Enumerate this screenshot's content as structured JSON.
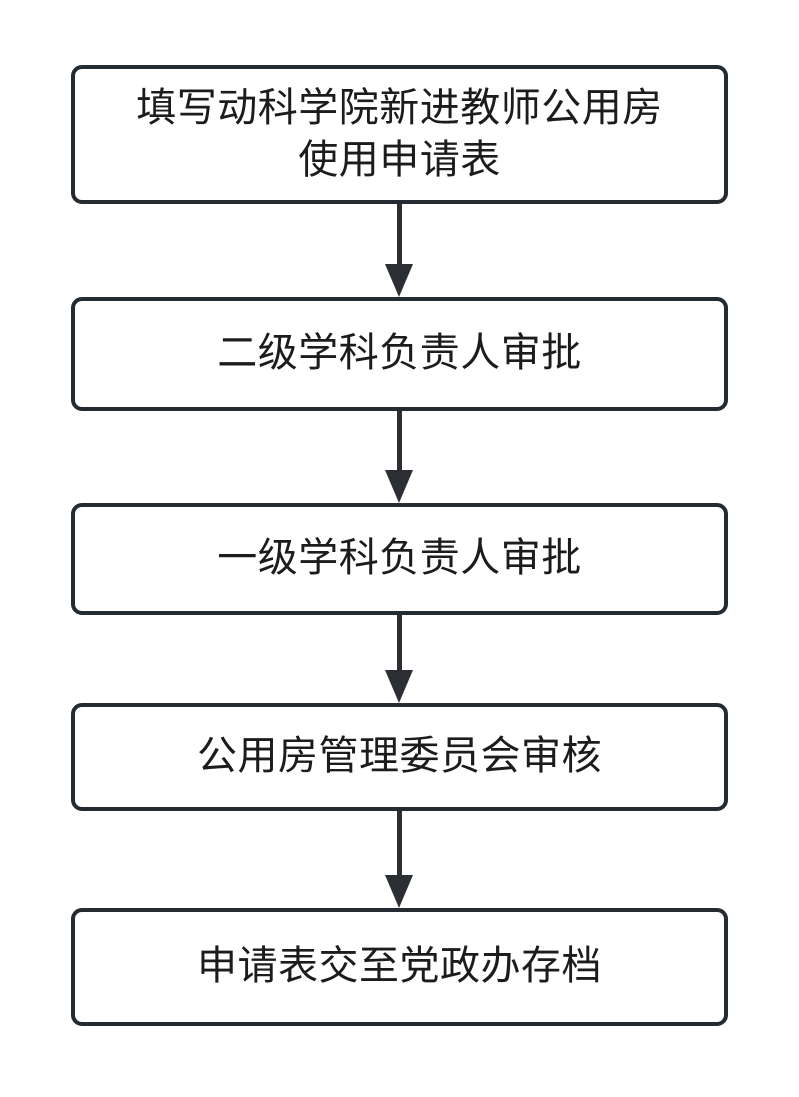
{
  "diagram": {
    "type": "flowchart",
    "orientation": "vertical",
    "background_color": "#ffffff",
    "node_border_color": "#252b33",
    "node_fill_color": "#ffffff",
    "text_color": "#1c1c1c",
    "connector_color": "#2b2f33",
    "nodes": [
      {
        "id": "step-1",
        "label": "填写动科学院新进教师公用房\n使用申请表",
        "shape": "rounded-rectangle",
        "lines": 2
      },
      {
        "id": "step-2",
        "label": "二级学科负责人审批",
        "shape": "rounded-rectangle",
        "lines": 1
      },
      {
        "id": "step-3",
        "label": "一级学科负责人审批",
        "shape": "rounded-rectangle",
        "lines": 1
      },
      {
        "id": "step-4",
        "label": "公用房管理委员会审核",
        "shape": "rounded-rectangle",
        "lines": 1
      },
      {
        "id": "step-5",
        "label": "申请表交至党政办存档",
        "shape": "rounded-rectangle",
        "lines": 1
      }
    ],
    "connectors": [
      {
        "id": "arrow-1",
        "from": "step-1",
        "to": "step-2",
        "style": "solid-arrow-down"
      },
      {
        "id": "arrow-2",
        "from": "step-2",
        "to": "step-3",
        "style": "solid-arrow-down"
      },
      {
        "id": "arrow-3",
        "from": "step-3",
        "to": "step-4",
        "style": "solid-arrow-down"
      },
      {
        "id": "arrow-4",
        "from": "step-4",
        "to": "step-5",
        "style": "solid-arrow-down"
      }
    ]
  }
}
